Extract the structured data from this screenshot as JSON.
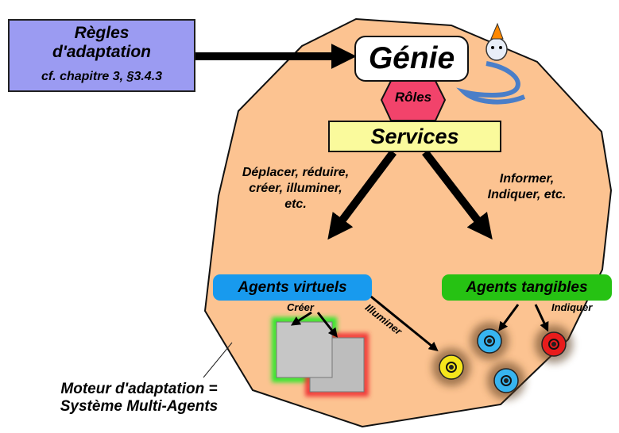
{
  "diagram": {
    "rules_box": {
      "title_line1": "Règles",
      "title_line2": "d'adaptation",
      "reference": "cf. chapitre 3, §3.4.3"
    },
    "genie_label": "Génie",
    "roles_label": "Rôles",
    "services_label": "Services",
    "left_actions": {
      "line1": "Déplacer, réduire,",
      "line2": "créer, illuminer,",
      "line3": "etc."
    },
    "right_actions": {
      "line1": "Informer,",
      "line2": "Indiquer, etc."
    },
    "virtual_agents_label": "Agents virtuels",
    "tangible_agents_label": "Agents tangibles",
    "create_label": "Créer",
    "illuminate_label": "Illuminer",
    "indicate_label": "Indiquer",
    "caption": {
      "line1": "Moteur d'adaptation =",
      "line2": "Système Multi-Agents"
    },
    "colors": {
      "engine_fill": "#fcc391",
      "rules_fill": "#9b9bf2",
      "roles_fill": "#f2436b",
      "services_fill": "#fafa9c",
      "virtual_fill": "#189aee",
      "tangible_fill": "#26c213",
      "token_yellow": "#f5e51c",
      "token_blue": "#37b4f0",
      "token_red": "#e81c1c"
    }
  }
}
